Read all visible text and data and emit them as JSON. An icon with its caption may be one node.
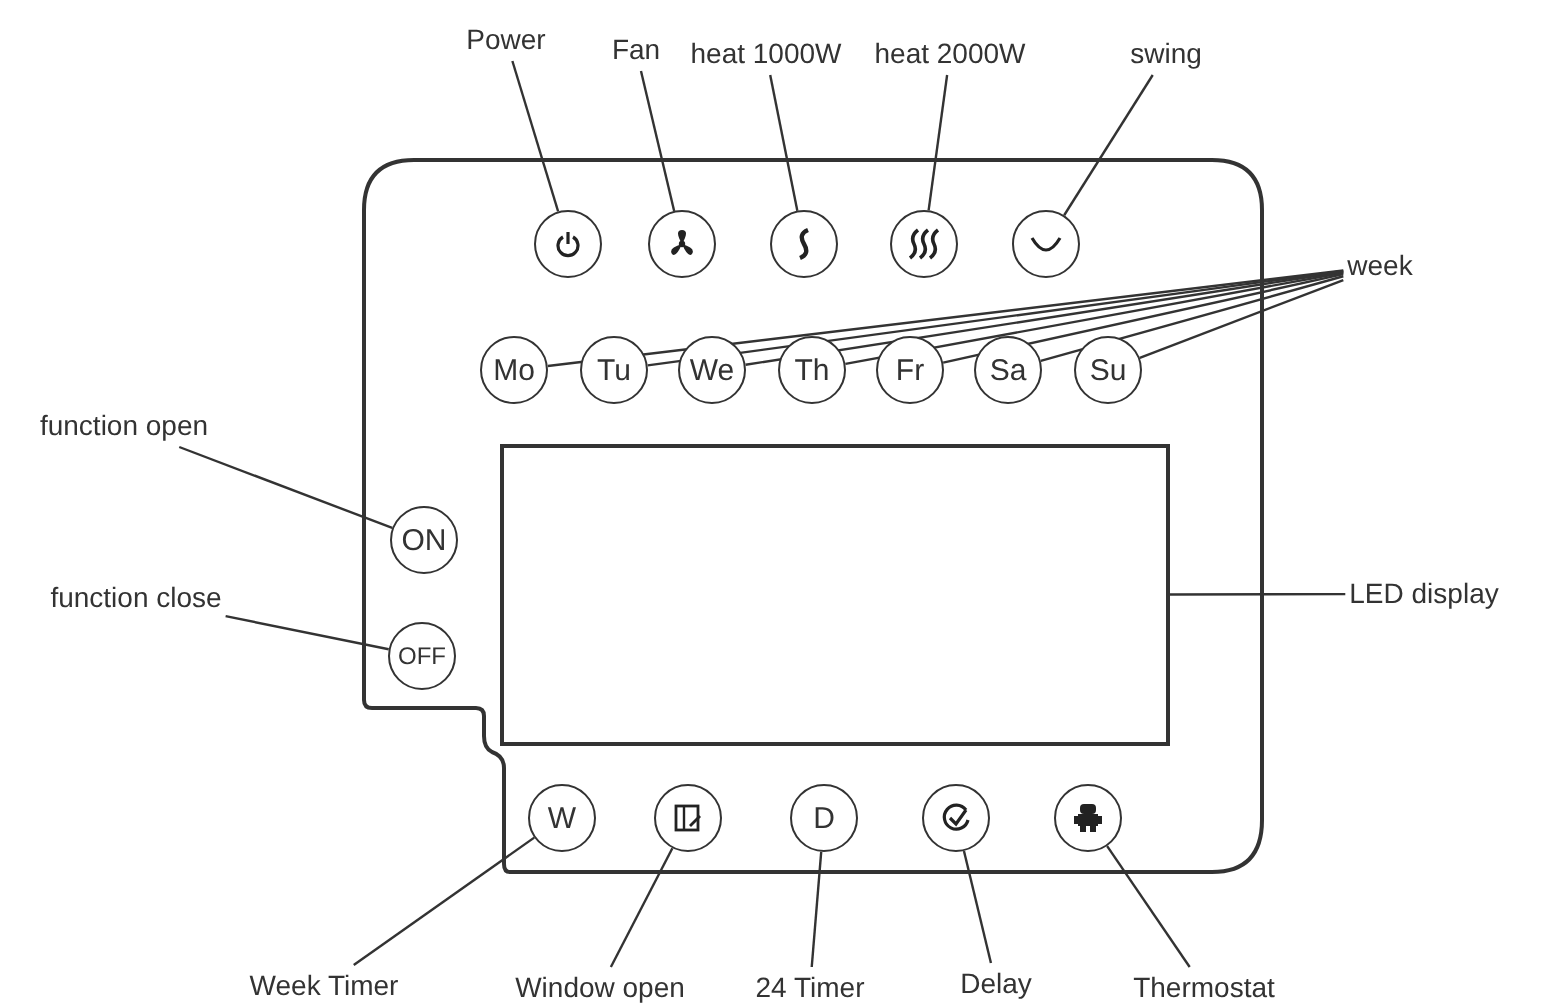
{
  "diagram": {
    "nodes": [
      {
        "text": [
          "Power"
        ]
      },
      {
        "text": [
          "Fan"
        ]
      },
      {
        "text": [
          "heat 1000W"
        ]
      },
      {
        "text": [
          "heat 2000W"
        ]
      },
      {
        "text": [
          "swing"
        ]
      },
      {
        "text": [],
        "shape": "circle"
      },
      {
        "text": [],
        "shape": "circle"
      },
      {
        "text": [],
        "shape": "circle"
      },
      {
        "text": [],
        "shape": "circle"
      },
      {
        "text": [],
        "shape": "circle"
      },
      {
        "text": [
          "week"
        ]
      },
      {
        "text": [
          "Mo"
        ]
      },
      {
        "text": [
          "Tu"
        ]
      },
      {
        "text": [
          "We"
        ]
      },
      {
        "text": [
          "Th"
        ]
      },
      {
        "text": [
          "Fr"
        ]
      },
      {
        "text": [
          "Sa"
        ]
      },
      {
        "text": [
          "Su"
        ]
      },
      {
        "text": [
          "function open"
        ]
      },
      {
        "text": [
          "ON"
        ]
      },
      {
        "text": [
          "function close"
        ]
      },
      {
        "text": [
          "OFF"
        ]
      },
      {
        "text": [],
        "shape": "box"
      },
      {
        "text": [
          "LED display"
        ]
      },
      {
        "text": [
          "W"
        ]
      },
      {
        "text": [],
        "shape": "circle"
      },
      {
        "text": [
          "D"
        ]
      },
      {
        "text": [],
        "shape": "circle"
      },
      {
        "text": [],
        "shape": "circle"
      },
      {
        "text": [
          "Week Timer"
        ]
      },
      {
        "text": [
          "Window open"
        ]
      },
      {
        "text": [
          "24 Timer"
        ]
      },
      {
        "text": [
          "Delay"
        ]
      },
      {
        "text": [
          "Thermostat"
        ]
      }
    ],
    "edges": [
      {
        "from": 0,
        "to": 5,
        "arrow": "none"
      },
      {
        "from": 1,
        "to": 6,
        "arrow": "none"
      },
      {
        "from": 2,
        "to": 7,
        "arrow": "none"
      },
      {
        "from": 3,
        "to": 8,
        "arrow": "none"
      },
      {
        "from": 4,
        "to": 9,
        "arrow": "none"
      },
      {
        "from": 10,
        "to": 11,
        "arrow": "none"
      },
      {
        "from": 10,
        "to": 12,
        "arrow": "none"
      },
      {
        "from": 10,
        "to": 13,
        "arrow": "none"
      },
      {
        "from": 10,
        "to": 14,
        "arrow": "none"
      },
      {
        "from": 10,
        "to": 15,
        "arrow": "none"
      },
      {
        "from": 10,
        "to": 16,
        "arrow": "none"
      },
      {
        "from": 10,
        "to": 17,
        "arrow": "none"
      },
      {
        "from": 18,
        "to": 19,
        "arrow": "none"
      },
      {
        "from": 20,
        "to": 21,
        "arrow": "none"
      },
      {
        "from": 23,
        "to": 22,
        "arrow": "none"
      },
      {
        "from": 29,
        "to": 24,
        "arrow": "none"
      },
      {
        "from": 30,
        "to": 25,
        "arrow": "none"
      },
      {
        "from": 31,
        "to": 26,
        "arrow": "none"
      },
      {
        "from": 32,
        "to": 27,
        "arrow": "none"
      },
      {
        "from": 33,
        "to": 28,
        "arrow": "none"
      }
    ]
  }
}
